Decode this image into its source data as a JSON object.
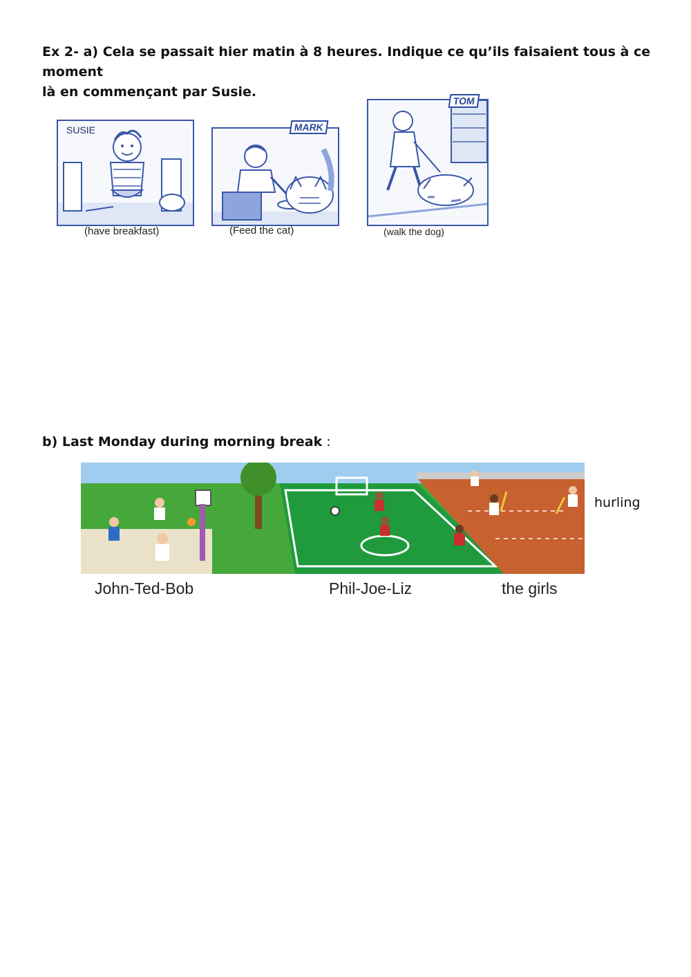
{
  "exercise_a": {
    "instruction_line1": "Ex 2- a) Cela se passait hier matin à 8 heures. Indique ce qu’ils faisaient tous à ce moment",
    "instruction_line2": "là en commençant par Susie.",
    "pictures": [
      {
        "name": "SUSIE",
        "caption": "(have breakfast)"
      },
      {
        "name": "MARK",
        "caption": "(Feed the cat)"
      },
      {
        "name": "TOM",
        "caption": "(walk the dog)"
      }
    ]
  },
  "exercise_b": {
    "heading": "b) Last Monday during morning break",
    "heading_suffix": " :",
    "side_word": "hurling",
    "groups": [
      {
        "label": "John-Ted-Bob"
      },
      {
        "label": "Phil-Joe-Liz"
      },
      {
        "label": "the girls"
      }
    ]
  },
  "colors": {
    "sketch_blue": "#3a57a8",
    "grass": "#46a83a",
    "pitch": "#1f9a3c",
    "track": "#c7612f",
    "sky": "#9ecdf0"
  }
}
